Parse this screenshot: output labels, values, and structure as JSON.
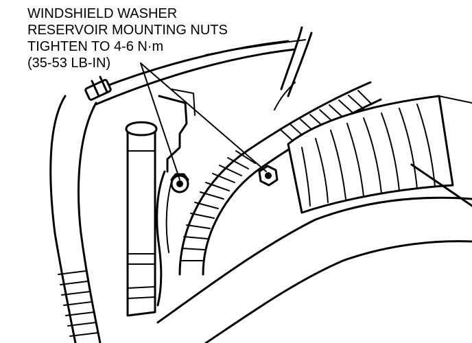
{
  "callout": {
    "line1": "WINDSHIELD WASHER",
    "line2": "RESERVOIR MOUNTING NUTS",
    "line3": "TIGHTEN TO 4-6 N·m",
    "line4": "(35-53 LB-IN)"
  },
  "colors": {
    "ink": "#000000",
    "paper": "#ffffff"
  }
}
